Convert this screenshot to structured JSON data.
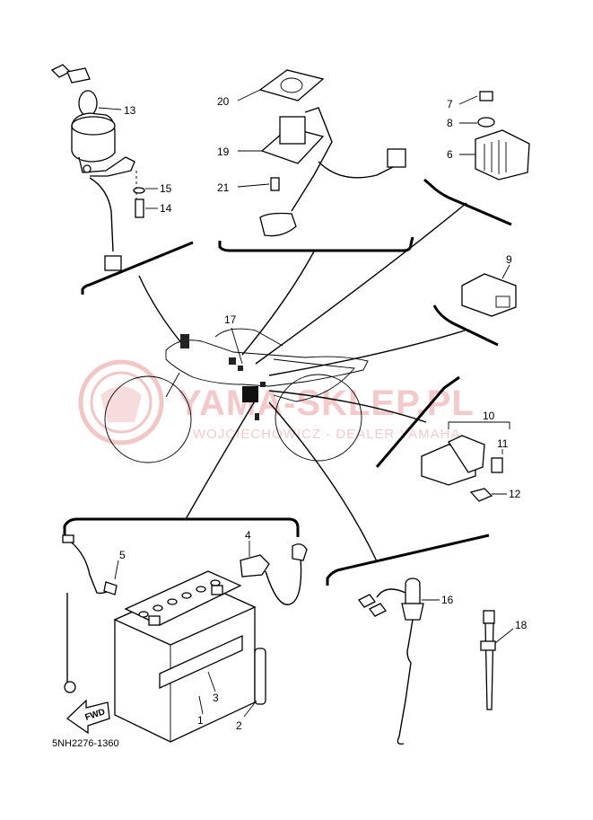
{
  "diagram_code": "5NH2276-1360",
  "watermark": {
    "main": "YAMA-SKLEP.PL",
    "sub": "WOJCIECHOWICZ - DEALER YAMAHA"
  },
  "fwd_label": "FWD",
  "callouts": {
    "c1": "1",
    "c2": "2",
    "c3": "3",
    "c4": "4",
    "c5": "5",
    "c6": "6",
    "c7": "7",
    "c8": "8",
    "c9": "9",
    "c10": "10",
    "c11": "11",
    "c12": "12",
    "c13": "13",
    "c14": "14",
    "c15": "15",
    "c16": "16",
    "c17": "17",
    "c18": "18",
    "c19": "19",
    "c20": "20",
    "c21": "21"
  },
  "colors": {
    "line": "#000000",
    "watermark": "#e8a0a0"
  }
}
